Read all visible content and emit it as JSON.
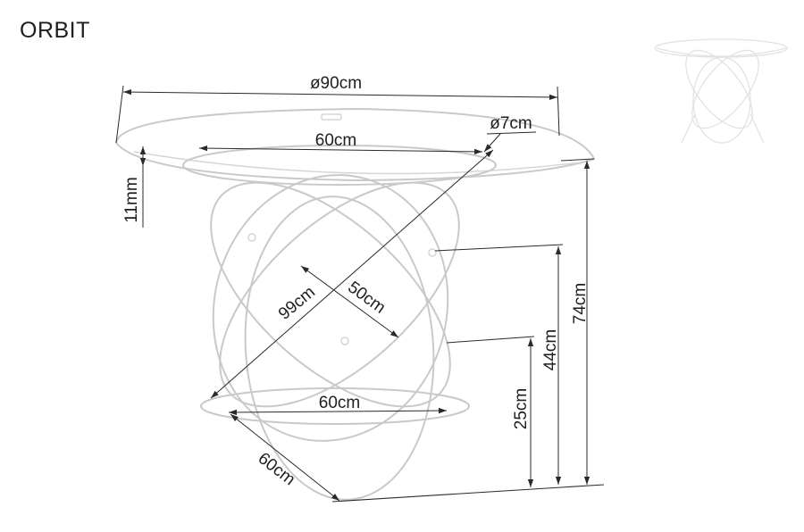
{
  "product": {
    "name": "ORBIT"
  },
  "dimensions": {
    "table_diameter": "ø90cm",
    "base_diameter": "ø7cm",
    "top_inner_width": "60cm",
    "top_thickness": "11mm",
    "overall_height": "74cm",
    "height_mid": "44cm",
    "height_low": "25cm",
    "ring_diagonal": "99cm",
    "ring_inner": "50cm",
    "bottom_width": "60cm",
    "bottom_depth": "60cm"
  },
  "colors": {
    "line": "#2a2a2a",
    "sketch": "#c9c9c9",
    "text": "#1e1e1e"
  }
}
